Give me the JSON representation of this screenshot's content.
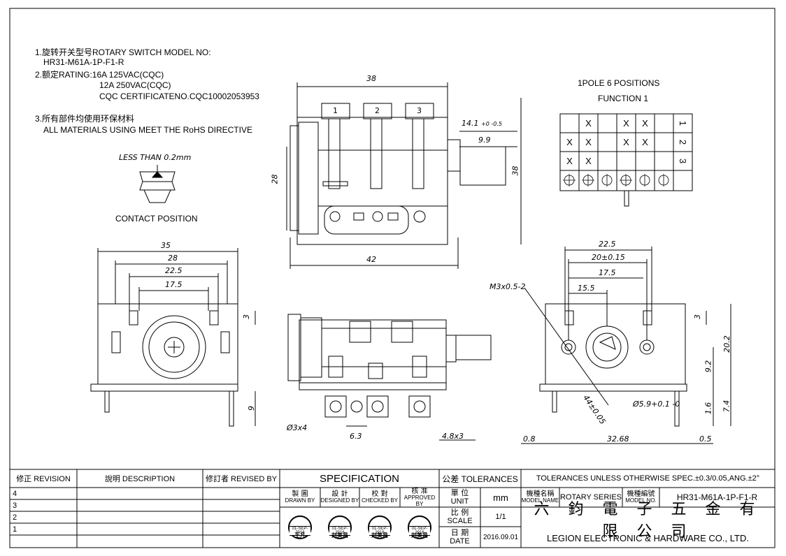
{
  "notes": {
    "model_line": "1.旋转开关型号ROTARY SWITCH MODEL NO:",
    "model_no": "HR31-M61A-1P-F1-R",
    "rating_line": "2.额定RATING:16A 125VAC(CQC)",
    "rating_2": "12A 250VAC(CQC)",
    "cert": "CQC CERTIFICATENO.CQC10002053953",
    "material_cn": "3.所有部件均使用环保材料",
    "material_en": "ALL MATERIALS USING MEET THE RoHS DIRECTIVE"
  },
  "contact": {
    "less_than": "LESS THAN 0.2mm",
    "caption": "CONTACT POSITION"
  },
  "function_table": {
    "title1": "1POLE 6 POSITIONS",
    "title2": "FUNCTION 1",
    "rows": [
      [
        "",
        "X",
        "",
        "X",
        "X",
        "",
        "1"
      ],
      [
        "X",
        "X",
        "",
        "X",
        "X",
        "",
        "2"
      ],
      [
        "X",
        "X",
        "",
        "",
        "",
        "",
        "3"
      ]
    ]
  },
  "dims": {
    "top_width": "38",
    "top_height": "28",
    "right_height": "38",
    "shaft_a": "14.1",
    "shaft_a_tol": "+0 -0.5",
    "shaft_b": "9.9",
    "bottom_width": "42",
    "front_35": "35",
    "front_28": "28",
    "front_22_5": "22.5",
    "front_17_5": "17.5",
    "front_3": "3",
    "front_9": "9",
    "side_pin": "Ø3x4",
    "side_6_3": "6.3",
    "side_4_8": "4.8x3",
    "rear_22_5": "22.5",
    "rear_20": "20±0.15",
    "rear_17_5": "17.5",
    "rear_15_5": "15.5",
    "rear_m3": "M3x0.5-2",
    "rear_3": "3",
    "rear_20_2": "20.2",
    "rear_9_2": "9.2",
    "rear_7_4": "7.4",
    "rear_1_6": "1.6",
    "rear_44": "44±0.05",
    "rear_dia": "Ø5.9+0.1 -0",
    "rear_0_8": "0.8",
    "rear_32_68": "32.68",
    "rear_0_5": "0.5"
  },
  "pins": [
    "1",
    "2",
    "3"
  ],
  "title_block": {
    "revision": "修正 REVISION",
    "description": "說明 DESCRIPTION",
    "revised_by": "修訂者 REVISED BY",
    "spec": "SPECIFICATION",
    "tolerances": "公差 TOLERANCES",
    "tol_text": "TOLERANCES UNLESS OTHERWISE SPEC.±0.3/0.05,ANG.±2°",
    "drawn_cn": "製 圖",
    "drawn_en": "DRAWN BY",
    "designed_cn": "設 計",
    "designed_en": "DESIGNED BY",
    "checked_cn": "校 對",
    "checked_en": "CHECKED BY",
    "approved_cn": "核 准",
    "approved_en": "APPROVED BY",
    "unit_cn": "單 位",
    "unit_en": "UNIT",
    "unit_val": "mm",
    "scale_cn": "比 例",
    "scale_en": "SCALE",
    "scale_val": "1/1",
    "date_cn": "日 期",
    "date_en": "DATE",
    "date_val": "2016.09.01",
    "model_name_cn": "機種名稱",
    "model_name_en": "MODEL NAME",
    "model_name_val": "ROTARY SERIES",
    "model_no_cn": "機種編號",
    "model_no_en": "MODEL NO.",
    "model_no_val": "HR31-M61A-1P-F1-R",
    "company_cn": "六 鈞 電 子 五 金 有 限 公 司",
    "company_en": "LEGION ELECTRONIC & HARDWARE CO., LTD.",
    "stamps": [
      {
        "date": "01-SEP-2016",
        "name": "王凡"
      },
      {
        "date": "01-SEP-2016",
        "name": "刘美昌"
      },
      {
        "date": "01-SEP-2016",
        "name": "刘美昌"
      },
      {
        "date": "01-SEP-2016",
        "name": "刘美昌"
      }
    ],
    "rev_marks": [
      "4",
      "3",
      "2",
      "1"
    ]
  }
}
